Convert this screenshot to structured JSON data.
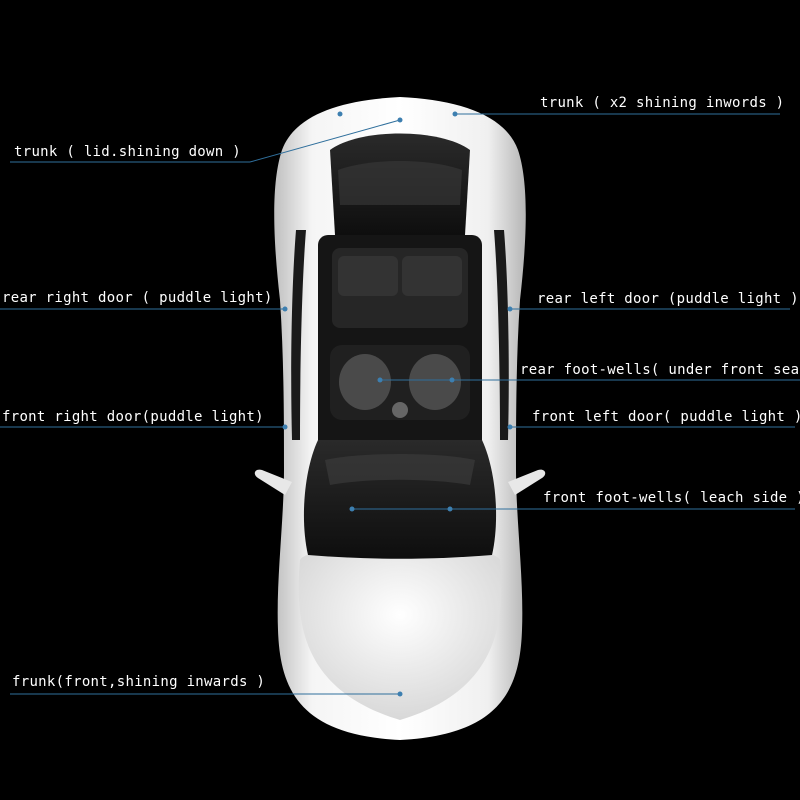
{
  "labels": {
    "trunk_x2": "trunk ( x2 shining inwords )",
    "trunk_lid": "trunk ( lid.shining down )",
    "rear_right_door": "rear right door ( puddle light)",
    "rear_left_door": "rear left door (puddle light )",
    "rear_foot_wells": "rear foot-wells( under front seat",
    "front_right_door": "front right door(puddle light)",
    "front_left_door": "front left door( puddle light )",
    "front_foot_wells": "front foot-wells( leach side )",
    "frunk": "frunk(front,shining inwards )"
  },
  "colors": {
    "background": "#000000",
    "leader_line": "#2f6f9c",
    "marker_dot": "#3d7fb0",
    "car_body": "#f2f2f2",
    "glass": "#1c1c1c"
  },
  "icons": {
    "car": "car-top-view-icon"
  }
}
